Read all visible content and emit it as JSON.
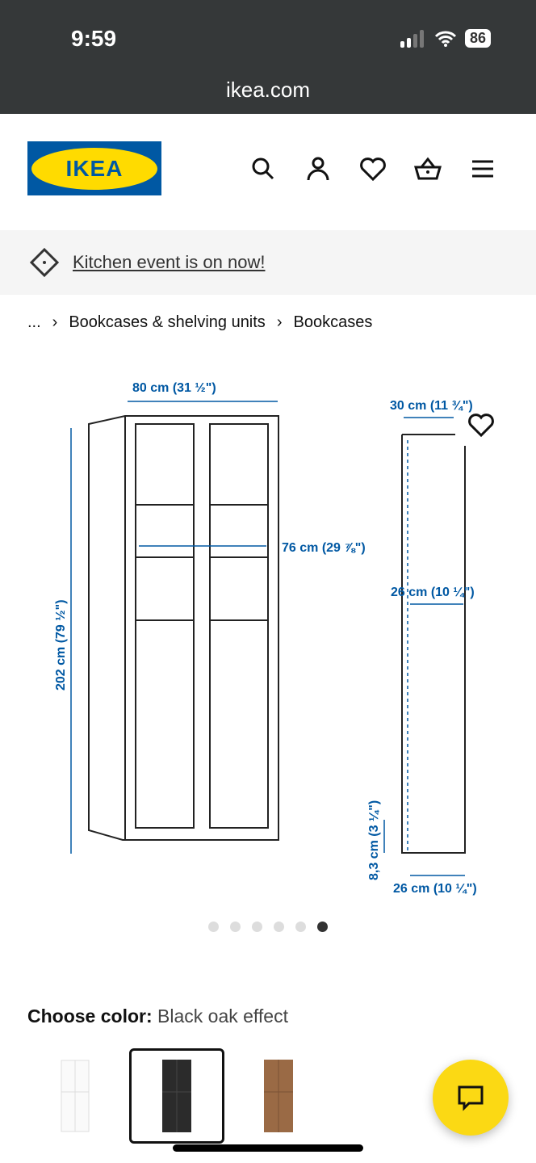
{
  "status": {
    "time": "9:59",
    "battery": "86",
    "url": "ikea.com"
  },
  "header": {
    "logo": "IKEA"
  },
  "promo": {
    "text": "Kitchen event is on now!"
  },
  "breadcrumb": {
    "ellipsis": "...",
    "items": [
      "Bookcases & shelving units",
      "Bookcases"
    ]
  },
  "dimensions": {
    "width": "80 cm (31 ½\")",
    "inner_width": "76 cm (29 ⅞\")",
    "height": "202 cm (79 ½\")",
    "depth": "30 cm (11 ¾\")",
    "inner_depth": "26 cm (10 ¼\")",
    "plinth": "8,3 cm (3 ¼\")",
    "base_depth": "26 cm (10 ¼\")"
  },
  "carousel": {
    "count": 6,
    "active": 6
  },
  "color": {
    "label": "Choose color:",
    "value": "Black oak effect",
    "options": [
      "White",
      "Black oak effect",
      "Brown walnut effect"
    ]
  },
  "colors": {
    "dim": "#0058a3",
    "yellow": "#fbd914"
  }
}
